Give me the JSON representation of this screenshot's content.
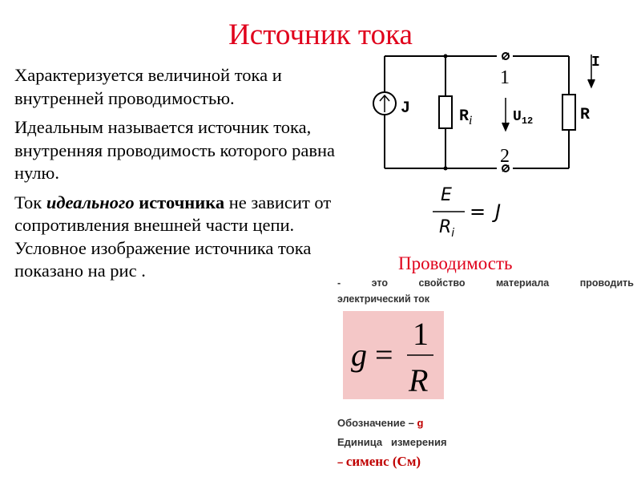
{
  "title": "Источник тока",
  "paragraphs": {
    "p1": "Характеризуется величиной тока и внутренней проводимостью.",
    "p2": "Идеальным называется источник тока, внутренняя проводимость которого равна нулю.",
    "p3_start": "Ток ",
    "p3_emph1": "идеального",
    "p3_space": " ",
    "p3_emph2": "источника",
    "p3_end": " не зависит от сопротивления внешней части цепи. Условное изображение источника тока показано на рис ."
  },
  "circuit": {
    "source_label": "J",
    "ri_label": "R",
    "ri_sub": "i",
    "node1": "1",
    "node2": "2",
    "voltage_label": "U",
    "voltage_sub": "12",
    "load_label": "R",
    "current_label": "I"
  },
  "formula_ej": {
    "numerator": "E",
    "denom_main": "R",
    "denom_sub": "i",
    "equals": "=",
    "rhs": "J"
  },
  "conductance": {
    "title": "Проводимость",
    "def_words": [
      "-",
      "это",
      "свойство",
      "материала",
      "проводить"
    ],
    "def_line2": "электрический ток",
    "formula_lhs": "g",
    "formula_eq": "=",
    "formula_num": "1",
    "formula_den": "R",
    "notation_label": "Обозначение – ",
    "notation_value": "g",
    "unit_label": "Единица   измерения",
    "unit_dash": "– ",
    "unit_value": "сименс (См)"
  },
  "colors": {
    "title_red": "#e0001b",
    "pink_box": "#f4c7c7",
    "dark_red": "#c00000"
  }
}
